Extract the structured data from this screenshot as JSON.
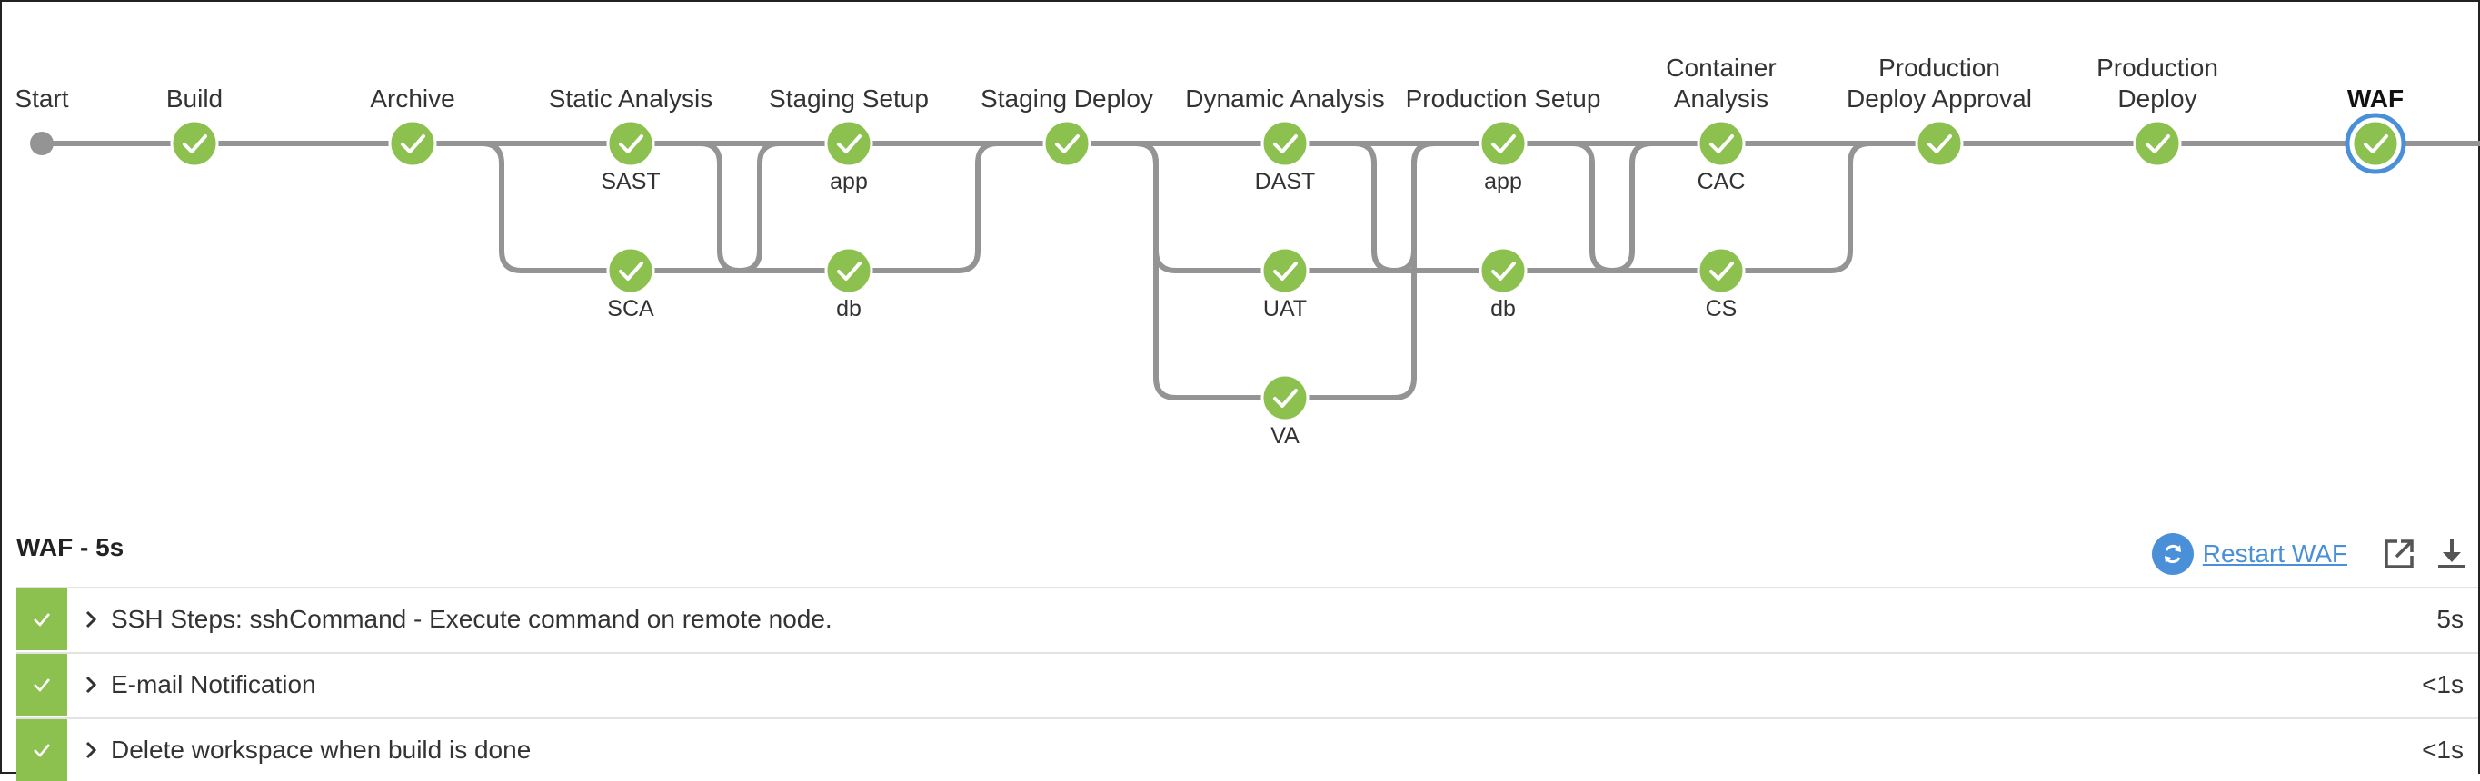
{
  "colors": {
    "success": "#8cc04f",
    "line": "#949494",
    "accent": "#4a90d9",
    "start": "#949494"
  },
  "pipeline": {
    "start_label": "Start",
    "stages": [
      {
        "title": [
          "Build"
        ],
        "branches": [
          ""
        ]
      },
      {
        "title": [
          "Archive"
        ],
        "branches": [
          ""
        ]
      },
      {
        "title": [
          "Static Analysis"
        ],
        "branches": [
          "SAST",
          "SCA"
        ]
      },
      {
        "title": [
          "Staging Setup"
        ],
        "branches": [
          "app",
          "db"
        ]
      },
      {
        "title": [
          "Staging Deploy"
        ],
        "branches": [
          ""
        ]
      },
      {
        "title": [
          "Dynamic Analysis"
        ],
        "branches": [
          "DAST",
          "UAT",
          "VA"
        ]
      },
      {
        "title": [
          "Production Setup"
        ],
        "branches": [
          "app",
          "db"
        ]
      },
      {
        "title": [
          "Container",
          "Analysis"
        ],
        "branches": [
          "CAC",
          "CS"
        ]
      },
      {
        "title": [
          "Production",
          "Deploy Approval"
        ],
        "branches": [
          ""
        ]
      },
      {
        "title": [
          "Production",
          "Deploy"
        ],
        "branches": [
          ""
        ]
      },
      {
        "title": [
          "WAF"
        ],
        "branches": [
          ""
        ],
        "selected": true
      }
    ]
  },
  "run": {
    "header": "WAF - 5s",
    "restart_label": "Restart WAF",
    "icons": {
      "restart": "restart-icon",
      "open": "open-external-icon",
      "download": "download-icon"
    }
  },
  "steps": [
    {
      "title": "SSH Steps: sshCommand - Execute command on remote node.",
      "duration": "5s"
    },
    {
      "title": "E-mail Notification",
      "duration": "<1s"
    },
    {
      "title": "Delete workspace when build is done",
      "duration": "<1s"
    }
  ]
}
